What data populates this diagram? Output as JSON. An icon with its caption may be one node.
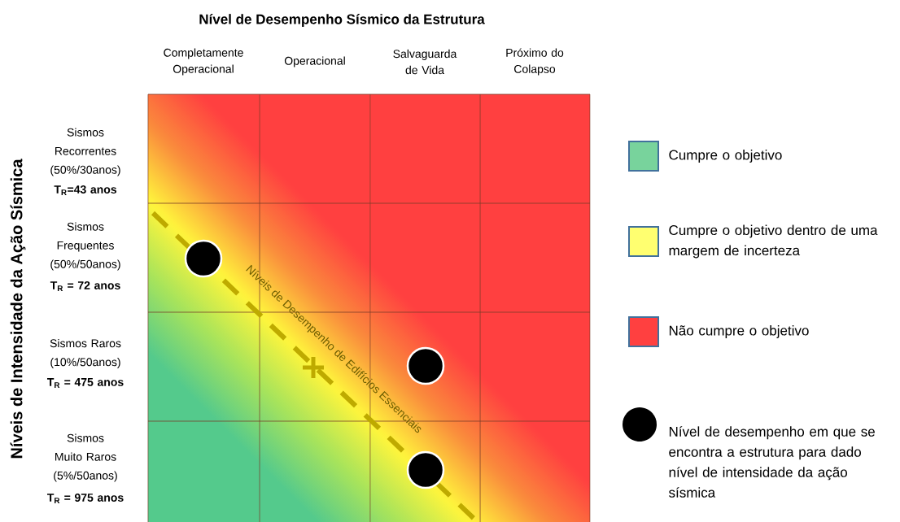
{
  "diagram": {
    "title": "Nível de Desempenho Sísmico da Estrutura",
    "labels": [
      "Completamente Operacional",
      "Operacional",
      "Salvaguarda de Vida",
      "Próximo do Colapso",
      "Níveis de Intensidade da Ação Sísmica",
      "Sismos Recorrentes (50%/30anos)",
      "T$_{R}$=43 anos",
      "Sismos Frequentes (50%/50anos)",
      "T$_{R}$ = 72 anos",
      "Sismos Raros (10%/50anos)",
      "T$_{R}$ = 475 anos",
      "Sismos Muito Raros (5%/50anos)",
      "T$_{R}$ = 975 anos",
      "Níveis de Desempenho de Edifícios Essenciais"
    ],
    "legend": [
      {
        "text": "Cumpre o objetivo",
        "color": "#78d39c"
      },
      {
        "text": "Cumpre o objetivo dentro de uma margem de incerteza",
        "color": "#ffff70"
      },
      {
        "text": "Não cumpre o objetivo",
        "color": "#ff4040"
      },
      {
        "text": "Nível de desempenho em que se encontra a estrutura para dado nível de intensidade da ação sísmica"
      }
    ]
  }
}
